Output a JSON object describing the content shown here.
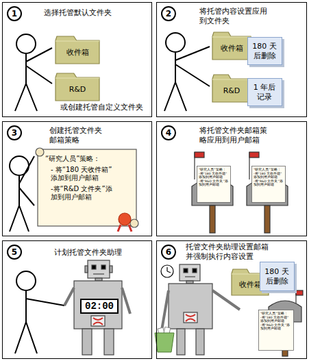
{
  "diagram": {
    "nodes": [
      {
        "text": [
          "选择托管默认文件夹"
        ]
      },
      {
        "text": [
          "1"
        ],
        "in": 0
      },
      {
        "text": [
          "收件箱"
        ],
        "in": 0
      },
      {
        "text": [
          "R&D"
        ],
        "in": 0
      },
      {
        "text": [
          "将托管内容设置应用到文件夹"
        ]
      },
      {
        "text": [
          "2"
        ],
        "in": 4
      },
      {
        "text": [
          "收件箱"
        ],
        "in": 4
      },
      {
        "text": [
          "R&D"
        ],
        "in": 4
      },
      {
        "text": [
          "180 天后删除"
        ],
        "in": 4
      },
      {
        "text": [
          "1 年后记录"
        ],
        "in": 4
      },
      {
        "text": [
          "创建托管文件夹邮箱策略"
        ]
      },
      {
        "text": [
          "3"
        ],
        "in": 10
      },
      {
        "text": [
          "“研究人员”策略：",
          "- 将“180 天收件箱”添加到用户邮箱",
          "-将“R&D 文件夹”添加到用户邮箱"
        ],
        "in": 10
      },
      {
        "text": [
          "将托管文件夹邮箱策略应用到用户邮箱"
        ]
      },
      {
        "text": [
          "4"
        ],
        "in": 13
      },
      {
        "text": [
          "“研究人员”策略：",
          "-将“180 天收件箱”添加到用户邮箱",
          "-将“R&D 文件夹”添加到用户邮箱"
        ],
        "in": 13
      },
      {
        "text": [
          "“研究人员”策略：",
          "-将“180 天收件箱”添加到用户邮箱",
          "-将“R&D 文件夹”添加到用户邮箱"
        ],
        "in": 13
      },
      {
        "text": [
          "计划托管文件夹助理"
        ]
      },
      {
        "text": [
          "5"
        ],
        "in": 17
      },
      {
        "text": [
          "02:00"
        ],
        "in": 17
      },
      {
        "text": [
          "托管文件夹助理设置邮箱并强制执行内容设置"
        ]
      },
      {
        "text": [
          "6"
        ],
        "in": 20
      },
      {
        "text": [
          "收件箱"
        ],
        "in": 20
      },
      {
        "text": [
          "180 天后删除"
        ],
        "in": 20
      },
      {
        "text": [
          "“研究人员”策略：",
          "-将“180 天收件箱”添加到用户邮箱",
          "-将“R&D 文件夹”添加到用户邮箱"
        ],
        "in": 20
      }
    ],
    "labels": [
      "或创建托管自定义文件夹"
    ]
  }
}
